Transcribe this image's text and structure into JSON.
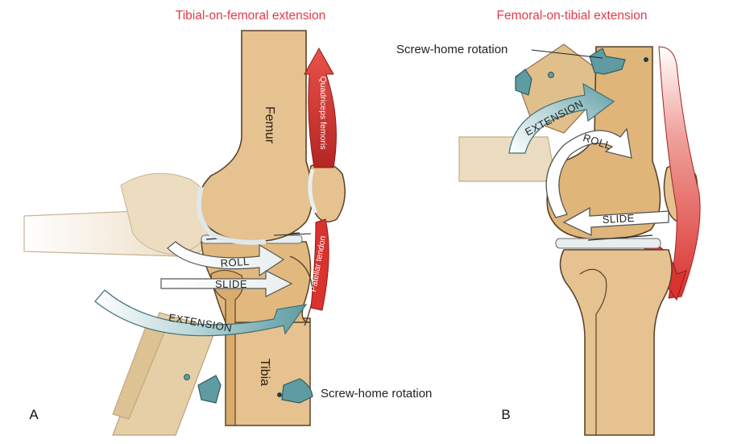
{
  "panel_a": {
    "title": "Tibial-on-femoral extension",
    "panel_letter": "A",
    "femur_label": "Femur",
    "tibia_label": "Tibia",
    "quadriceps_label": "Quadriceps femoris",
    "patellar_tendon_label": "Patellar tendon",
    "roll_label": "ROLL",
    "slide_label": "SLIDE",
    "extension_label": "EXTENSION",
    "screw_home_label": "Screw-home rotation"
  },
  "panel_b": {
    "title": "Femoral-on-tibial extension",
    "panel_letter": "B",
    "screw_home_label": "Screw-home rotation",
    "extension_label": "EXTENSION",
    "roll_label": "ROLL",
    "slide_label": "SLIDE"
  },
  "colors": {
    "bone": "#e5c28f",
    "bone_shade": "#d4a86c",
    "bone_outline": "#5a4329",
    "muscle_red": "#d9322f",
    "title_red": "#e23b48",
    "teal_arrow": "#5e9ca2",
    "cartilage": "#e8eef0"
  }
}
